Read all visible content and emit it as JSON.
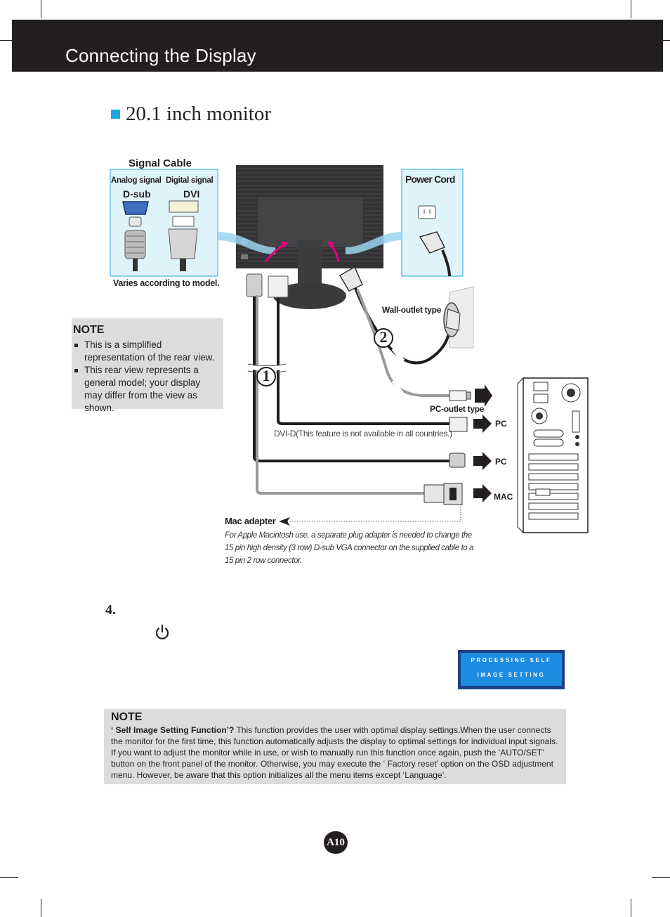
{
  "header": {
    "title": "Connecting the Display"
  },
  "section": {
    "title": "20.1 inch monitor"
  },
  "signal_cable": {
    "title": "Signal Cable",
    "analog_label": "Analog signal",
    "digital_label": "Digital signal",
    "dsub_label": "D-sub",
    "dvi_label": "DVI",
    "varies_note": "Varies according to model."
  },
  "power_cord": {
    "title": "Power Cord"
  },
  "callouts": {
    "wall_outlet": "Wall-outlet type",
    "pc_outlet": "PC-outlet type",
    "dvi_d_note": "DVI-D(This feature is not available in all countries.)",
    "pc_1": "PC",
    "pc_2": "PC",
    "mac": "MAC",
    "num_1": "1",
    "num_2": "2",
    "mac_adapter_title": "Mac adapter",
    "mac_adapter_text": "For Apple Macintosh use, a  separate plug adapter is needed to change the 15 pin high density (3 row) D-sub VGA connector on the supplied cable to a 15 pin  2 row connector."
  },
  "left_note": {
    "heading": "NOTE",
    "items": [
      "This is a simplified representation of the rear view.",
      "This rear view represents a general model; your display may differ from the view as shown."
    ]
  },
  "step4": {
    "number": "4."
  },
  "osd": {
    "line1": "PROCESSING SELF",
    "line2": "IMAGE SETTING"
  },
  "bottom_note": {
    "heading": "NOTE",
    "question": "‘ Self Image Setting Function’?",
    "body": " This function provides the user with optimal display settings.When the user connects the monitor for the first time, this function automatically adjusts the display to optimal settings for individual input signals. If you want to adjust the monitor while in use, or wish to manually run this function once again, push the ‘AUTO/SET’ button on the front panel of the monitor. Otherwise, you may execute the ‘ Factory reset’ option on the OSD adjustment menu. However, be aware that this option initializes all the menu items except ‘Language’."
  },
  "page_number": "A10",
  "colors": {
    "header_bg": "#231f20",
    "accent_blue": "#1aa7e1",
    "panel_bg": "#dff3fb",
    "arrow_magenta": "#e5007e",
    "note_bg": "#dcdcdc"
  }
}
